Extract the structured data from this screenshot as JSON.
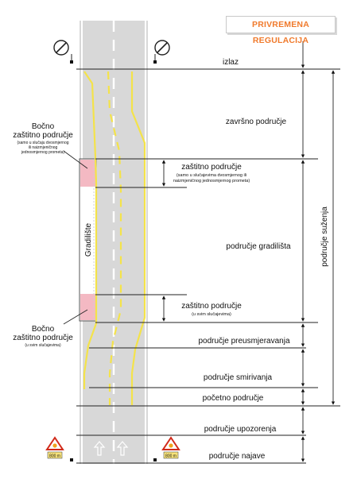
{
  "title": "PRIVREMENA REGULACIJA",
  "zones": {
    "izlaz": "izlaz",
    "zavrsno": "završno područje",
    "zastitno_top": "zaštitno područje",
    "zastitno_top_note1": "(samo u slučajevima dvosmjernog ili",
    "zastitno_top_note2": "naizmjeničnog jednosmjernog prometa)",
    "gradiliste_area": "područje gradilišta",
    "zastitno_bottom": "zaštitno područje",
    "zastitno_bottom_note": "(u svim slučajevima)",
    "preusmjeravanja": "područje preusmjeravanja",
    "smirivanja": "područje smirivanja",
    "pocetno": "početno područje",
    "upozorenja": "područje upozorenja",
    "najave": "područje najave",
    "suzenja": "područje suženja"
  },
  "left_labels": {
    "bocno_top_1": "Bočno",
    "bocno_top_2": "zaštitno područje",
    "bocno_top_note1": "(samo u slučaju dvosmjernog",
    "bocno_top_note2": "ili naizmjeničnog",
    "bocno_top_note3": "jednosmjernog prometa)",
    "gradiliste": "Gradilište",
    "bocno_bottom_1": "Bočno",
    "bocno_bottom_2": "zaštitno područje",
    "bocno_bottom_note": "(u svim slučajevima)"
  },
  "signs": {
    "warning_plate": "800 m"
  },
  "colors": {
    "title": "#f07a2c",
    "road": "#d6d6d6",
    "yellow_marking": "#f4e34a",
    "protection_zone": "#f4b9c3",
    "worksite_border": "#555555"
  }
}
